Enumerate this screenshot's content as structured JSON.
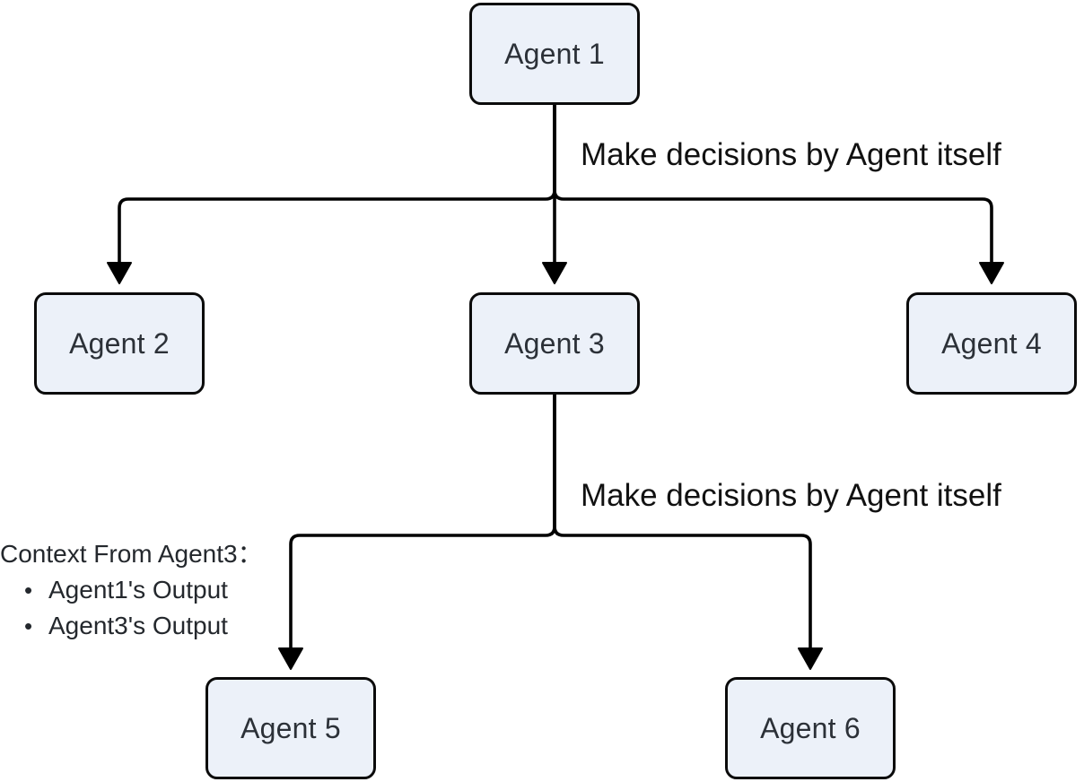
{
  "diagram": {
    "nodes": {
      "agent1": {
        "label": "Agent 1"
      },
      "agent2": {
        "label": "Agent 2"
      },
      "agent3": {
        "label": "Agent 3"
      },
      "agent4": {
        "label": "Agent 4"
      },
      "agent5": {
        "label": "Agent 5"
      },
      "agent6": {
        "label": "Agent 6"
      }
    },
    "edge_labels": {
      "level1": "Make decisions by Agent itself",
      "level2": "Make decisions by Agent itself"
    },
    "context_note": {
      "title": "Context From Agent3：",
      "bullet_char": "•",
      "items": [
        "Agent1's Output",
        "Agent3's Output"
      ]
    },
    "colors": {
      "background": "#FFFFFF",
      "node_fill": "#ECF1F9",
      "node_border": "#0B0B0B",
      "node_text": "#2C3138",
      "connector": "#000000",
      "label_text": "#111111",
      "note_text": "#24282D"
    }
  }
}
